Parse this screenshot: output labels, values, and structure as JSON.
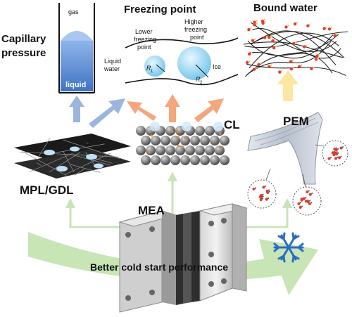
{
  "panels": {
    "capillary": {
      "title_line1": "Capillary",
      "title_line2": "pressure",
      "gas_label": "gas",
      "liquid_label": "liquid"
    },
    "freezing": {
      "title": "Freezing point",
      "lower_line1": "Lower",
      "lower_line2": "freezing",
      "lower_line3": "point",
      "higher_line1": "Higher",
      "higher_line2": "freezing",
      "higher_line3": "point",
      "liquid_water_line1": "Liquid",
      "liquid_water_line2": "water",
      "ice_label": "Ice",
      "r1": "R",
      "r1_sub": "1",
      "r2": "R",
      "r2_sub": "2"
    },
    "bound_water": {
      "title": "Bound water"
    }
  },
  "components": {
    "mpl_gdl": "MPL/GDL",
    "cl": "CL",
    "pem": "PEM",
    "mea": "MEA"
  },
  "footer": {
    "caption": "Better cold start performance"
  },
  "icons": {
    "snowflake": "snowflake-icon"
  },
  "colors": {
    "blue_arrow": "#9bb6dd",
    "orange_arrow": "#f4a77c",
    "yellow_arrow": "#fde6a0",
    "green_arrow": "#c9e4b9",
    "big_green_arrow": "#bde1a8",
    "snowflake_blue": "#2b6cc4",
    "cap_fill": "#5b8fd6"
  }
}
